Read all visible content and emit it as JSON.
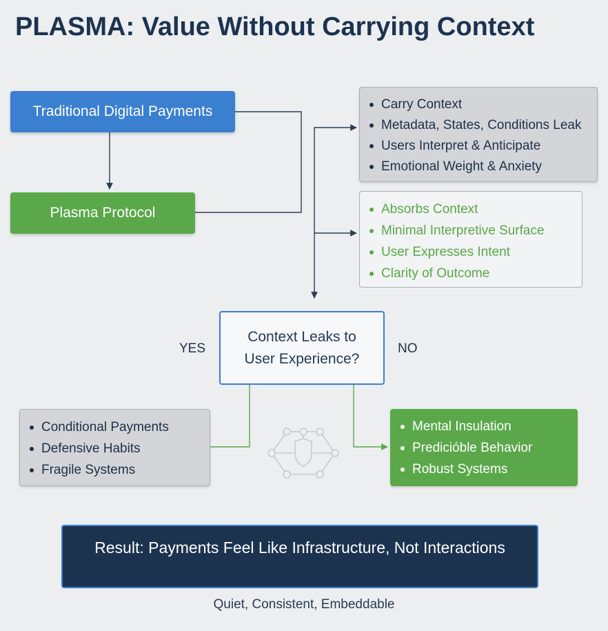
{
  "title": "PLASMA: Value Without Carrying Context",
  "nodes": {
    "traditional": "Traditional Digital Payments",
    "plasma": "Plasma Protocol",
    "decision_line1": "Context Leaks to",
    "decision_line2": "User Experience?",
    "yes": "YES",
    "no": "NO",
    "result": "Result: Payments Feel Like Infrastructure, Not Interactions",
    "tagline": "Quiet, Consistent, Embeddable"
  },
  "traditional_traits": [
    "Carry Context",
    "Metadata, States, Conditions Leak",
    "Users Interpret & Anticipate",
    "Emotional Weight & Anxiety"
  ],
  "plasma_traits": [
    "Absorbs Context",
    "Minimal Interpretive Surface",
    "User Expresses Intent",
    "Clarity of Outcome"
  ],
  "yes_outcomes": [
    "Conditional Payments",
    "Defensive Habits",
    "Fragile Systems"
  ],
  "no_outcomes": [
    "Mental Insulation",
    "Predicióble Behavior",
    "Robust Systems"
  ],
  "icons": {
    "center": "shield-network-icon"
  },
  "colors": {
    "navy": "#1c3350",
    "blue": "#3b7fd1",
    "green": "#5aa84a",
    "gray": "#d3d5d8"
  }
}
